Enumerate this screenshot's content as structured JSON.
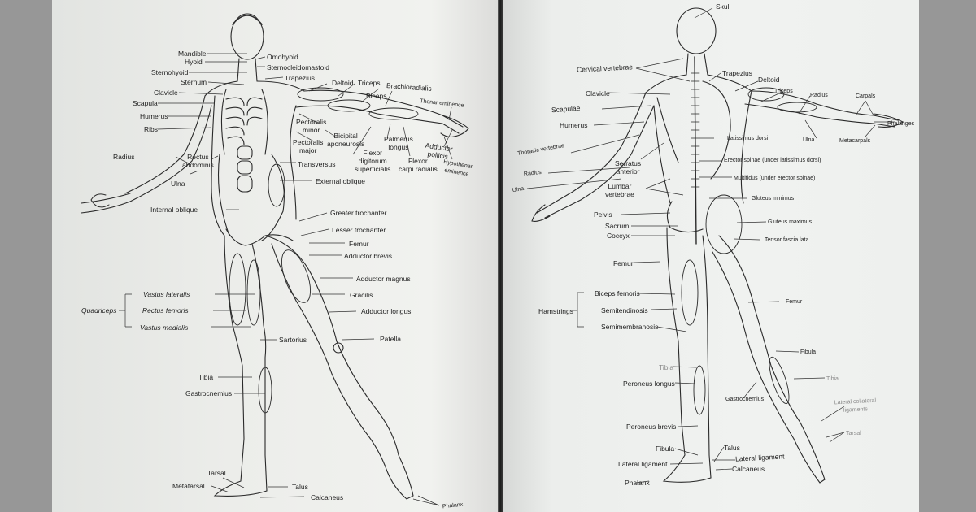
{
  "spread": {
    "left_page": {
      "view": "anterior",
      "labels": {
        "mandible": "Mandible",
        "hyoid": "Hyoid",
        "sternohyoid": "Sternohyoid",
        "sternum": "Sternum",
        "clavicle": "Clavicle",
        "scapula": "Scapula",
        "humerus": "Humerus",
        "ribs": "Ribs",
        "radius": "Radius",
        "rectus_abdominis": "Rectus\nabdominis",
        "ulna": "Ulna",
        "internal_oblique": "Internal oblique",
        "omohyoid": "Omohyoid",
        "sternocleidomastoid": "Sternocleidomastoid",
        "trapezius": "Trapezius",
        "deltoid": "Deltoid",
        "triceps": "Triceps",
        "brachioradialis": "Brachioradialis",
        "biceps": "Biceps",
        "thenar_eminence": "Thenar eminence",
        "pectoralis_minor": "Pectoralis\nminor",
        "pectoralis_major": "Pectoralis\nmajor",
        "bicipital_aponeurosis": "Bicipital\naponeurosis",
        "palmerus_longus": "Palmerus\nlongus",
        "adductor_pollicis": "Adductor\npollicis",
        "flexor_digitorum_superficialis": "Flexor\ndigitorum\nsuperficialis",
        "flexor_carpi_radialis": "Flexor\ncarpi radialis",
        "hypothenar_eminence": "Hypothenar\neminence",
        "transversus": "Transversus",
        "external_oblique": "External oblique",
        "greater_trochanter": "Greater trochanter",
        "lesser_trochanter": "Lesser trochanter",
        "femur": "Femur",
        "adductor_brevis": "Adductor brevis",
        "adductor_magnus": "Adductor magnus",
        "gracilis": "Gracilis",
        "adductor_longus": "Adductor longus",
        "patella": "Patella",
        "sartorius": "Sartorius",
        "quadriceps": "Quadriceps",
        "vastus_lateralis": "Vastus lateralis",
        "rectus_femoris": "Rectus femoris",
        "vastus_medialis": "Vastus medialis",
        "tibia": "Tibia",
        "gastrocnemius": "Gastrocnemius",
        "tarsal": "Tarsal",
        "metatarsal": "Metatarsal",
        "talus": "Talus",
        "calcaneus": "Calcaneus",
        "phalanx": "Phalanx"
      }
    },
    "right_page": {
      "view": "posterior",
      "labels": {
        "skull": "Skull",
        "cervical_vertebrae": "Cervical vertebrae",
        "clavicle": "Clavicle",
        "scapulae": "Scapulae",
        "humerus": "Humerus",
        "thoracic_vertebrae": "Thoracic vertebrae",
        "radius_left": "Radius",
        "ulna_left": "Ulna",
        "serratus_anterior": "Serratus\nanterior",
        "lumbar_vertebrae": "Lumbar\nvertebrae",
        "pelvis": "Pelvis",
        "sacrum": "Sacrum",
        "coccyx": "Coccyx",
        "femur_left": "Femur",
        "trapezius": "Trapezius",
        "deltoid": "Deltoid",
        "triceps": "Triceps",
        "radius_right": "Radius",
        "carpals": "Carpals",
        "phalanges": "Phalanges",
        "ulna_right": "Ulna",
        "metacarpals": "Metacarpals",
        "latissimus_dorsi": "Latissimus dorsi",
        "erector_spinae": "Erector spinae (under latissimus dorsi)",
        "multifidus": "Multifidus (under erector spinae)",
        "gluteus_minimus": "Gluteus minimus",
        "gluteus_maximus": "Gluteus maximus",
        "tensor_fascia_lata": "Tensor fascia lata",
        "femur_right": "Femur",
        "hamstrings": "Hamstrings",
        "biceps_femoris": "Biceps femoris",
        "semitendinosis": "Semitendinosis",
        "semimembranosis": "Semimembranosis",
        "tibia_left": "Tibia",
        "peroneus_longus": "Peroneus longus",
        "peroneus_brevis": "Peroneus brevis",
        "fibula_left": "Fibula",
        "lateral_ligament_left": "Lateral ligament",
        "phalanx": "Phalanx",
        "talus": "Talus",
        "lateral_ligament_right": "Lateral ligament",
        "calcaneus": "Calcaneus",
        "gastrocnemius": "Gastrocnemius",
        "fibula_right": "Fibula",
        "tibia_right": "Tibia",
        "lateral_collateral_ligaments": "Lateral collateral\nligaments",
        "tarsal": "Tarsal"
      }
    }
  },
  "colors": {
    "background": "#979797",
    "paper": "#eeefec",
    "ink": "#222222",
    "spine": "#1a1a1a"
  }
}
